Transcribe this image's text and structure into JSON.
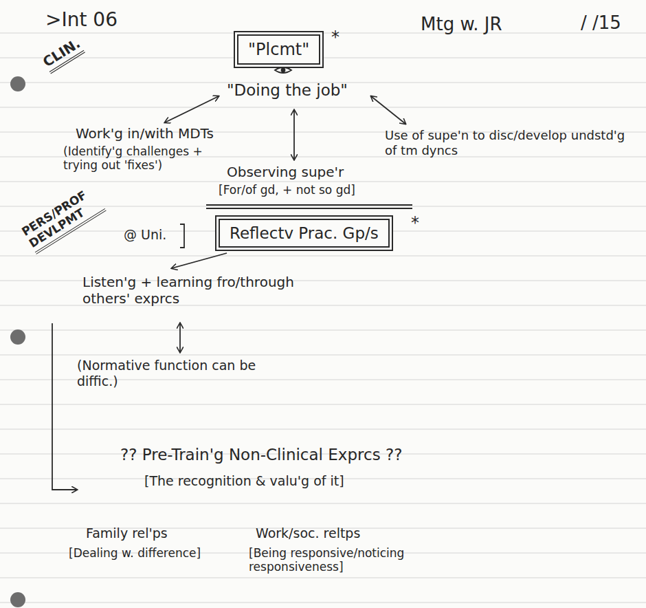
{
  "diagram": {
    "nodes": [
      {
        "text": [
          "\"Plcmt\""
        ]
      },
      {
        "text": [
          "Reflectv Prac. Gp/s"
        ]
      }
    ],
    "labels": [
      ">Int 06",
      "CLIN.",
      "Mtg w. JR",
      "/ /15",
      "*",
      "\"Doing the job\"",
      "Work'g in/with MDTs",
      "(Identify'g challenges + trying out 'fixes')",
      "Observing supe'r",
      "[For/of gd, + not so gd]",
      "Use of supe'n to disc/develop undstd'g of tm dyncs",
      "*",
      "PERS/PROF DEVLPMT",
      "@ Uni.",
      "Listen'g + learning fro/through others' exprcs",
      "(Normative function can be diffic.)",
      "?? Pre-Train'g Non-Clinical Exprcs ??",
      "[The recognition & valu'g of it]",
      "Family rel'ps",
      "[Dealing w. difference]",
      "Work/soc. reltps",
      "[Being responsive/noticing responsiveness]"
    ]
  }
}
